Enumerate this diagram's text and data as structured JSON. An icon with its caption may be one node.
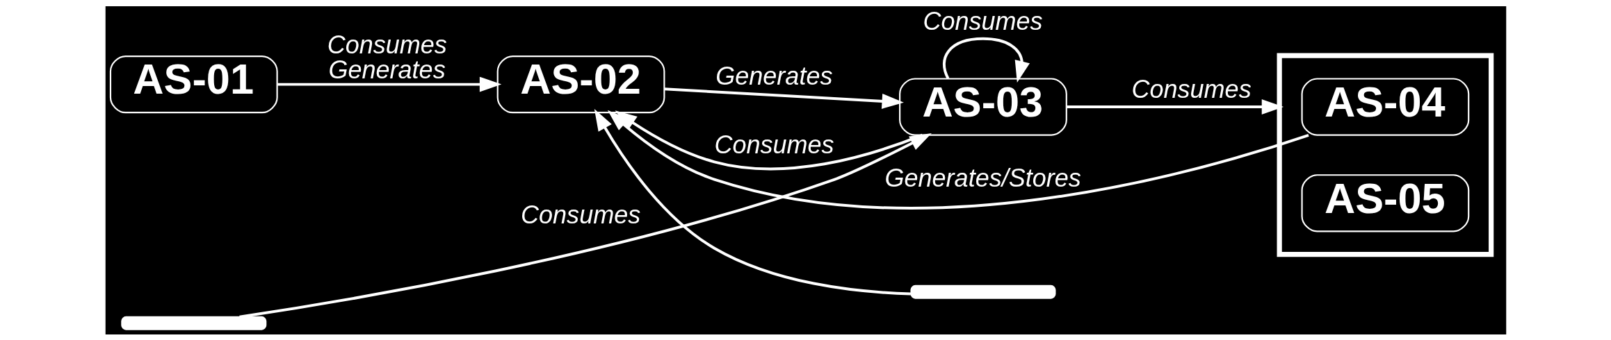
{
  "diagram": {
    "nodes": [
      {
        "text": [
          "AS-01"
        ]
      },
      {
        "text": [
          "AS-02"
        ]
      },
      {
        "text": [
          "AS-03"
        ]
      },
      {
        "text": [],
        "shape": "box"
      },
      {
        "text": [
          "AS-04"
        ],
        "in": 3
      },
      {
        "text": [
          "AS-05"
        ],
        "in": 3
      },
      {
        "text": [],
        "shape": "bar"
      },
      {
        "text": [],
        "shape": "bar"
      }
    ],
    "edges": [
      {
        "from": 0,
        "to": 1,
        "arrow": "to",
        "label": "Consumes Generates"
      },
      {
        "from": 2,
        "to": 1,
        "arrow": "to",
        "label": "Consumes"
      },
      {
        "from": 1,
        "to": 2,
        "arrow": "to",
        "label": "Generates"
      },
      {
        "from": 2,
        "to": 2,
        "arrow": "to",
        "label": "Consumes"
      },
      {
        "from": 2,
        "to": 3,
        "arrow": "to",
        "label": "Consumes"
      },
      {
        "from": 6,
        "to": 2,
        "arrow": "to",
        "label": "Consumes"
      },
      {
        "from": 4,
        "to": 1,
        "arrow": "to",
        "label": "Generates/Stores"
      },
      {
        "from": 7,
        "to": 1,
        "arrow": "to"
      }
    ]
  }
}
